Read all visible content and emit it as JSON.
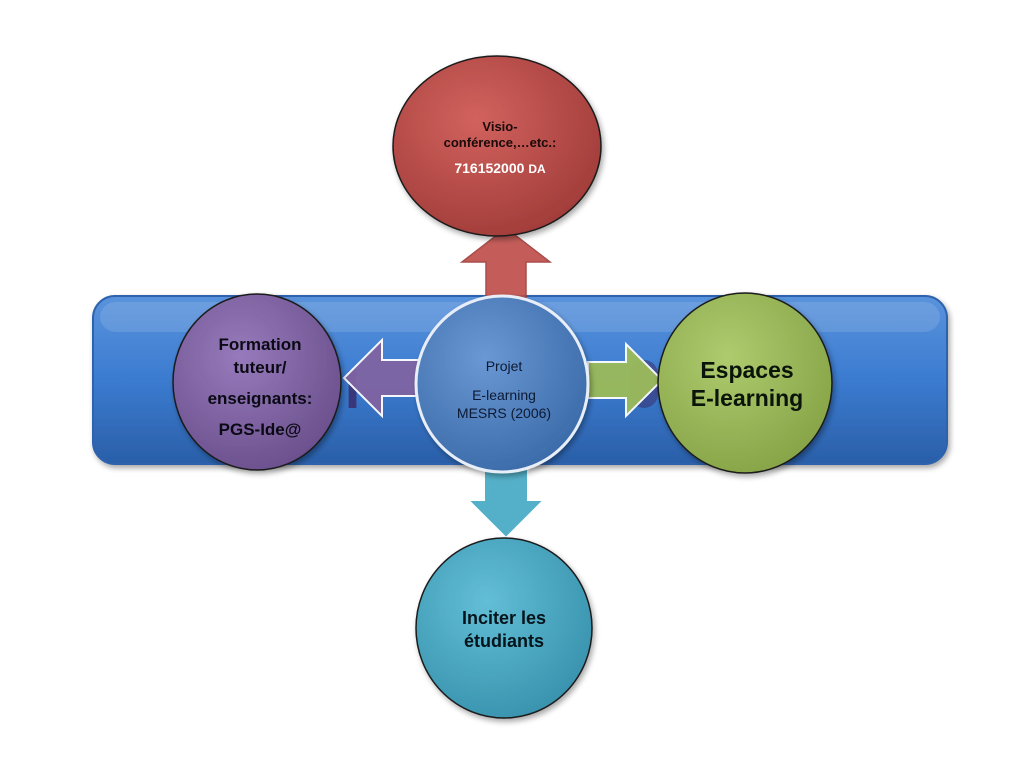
{
  "background_color": "#ffffff",
  "band": {
    "color": "#3b7bd0",
    "hidden_text": "I"
  },
  "center_node": {
    "color": "#4a80c4",
    "line1": "Projet",
    "line2": "E-learning",
    "line3": "MESRS (2006)"
  },
  "top_node": {
    "color": "#c0504d",
    "line1": "Visio-",
    "line2": "conférence,…etc.:",
    "amount": "716152000",
    "unit": "DA"
  },
  "left_node": {
    "color": "#8064a2",
    "line1": "Formation",
    "line2": "tuteur/",
    "line3": "enseignants:",
    "line4": "PGS-Ide@"
  },
  "right_node": {
    "color": "#9bbb59",
    "line1": "Espaces",
    "line2": "E-learning"
  },
  "bottom_node": {
    "color": "#4bacc6",
    "line1": "Inciter les",
    "line2": "étudiants"
  },
  "arrows": {
    "up_color": "#c0504d",
    "left_color": "#8064a2",
    "right_color": "#9bbb59",
    "down_color": "#4bacc6"
  }
}
